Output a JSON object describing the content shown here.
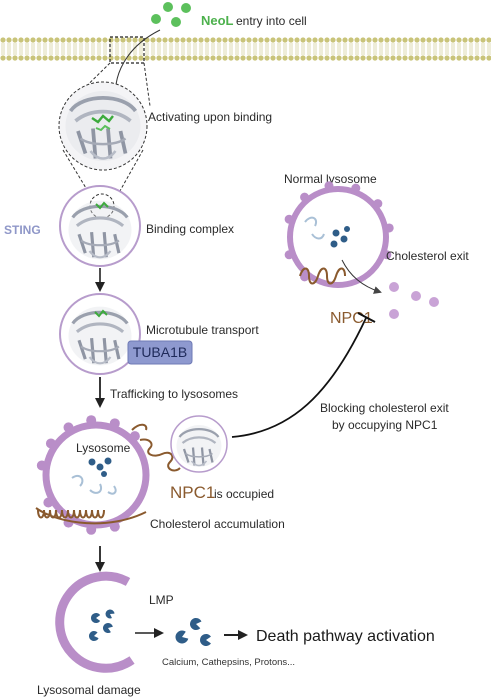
{
  "colors": {
    "membrane_head": "#c9c47a",
    "lysosome_purple": "#b98ec8",
    "lysosome_purple_dark": "#9a6cae",
    "npc1_brown": "#8a5a2e",
    "drug_green": "#5cc05c",
    "cholesterol_blue": "#2f5d88",
    "protein_gray": "#b8bcc6",
    "tuba_box": "#8e99cf",
    "sting_label": "#8f97c8"
  },
  "labels": {
    "neol": "NeoL",
    "entry": "entry into cell",
    "activating": "Activating upon binding",
    "sting": "STING",
    "binding_complex": "Binding complex",
    "microtubule": "Microtubule transport",
    "tuba1b": "TUBA1B",
    "trafficking": "Trafficking to lysosomes",
    "normal_lysosome": "Normal lysosome",
    "cholesterol_exit": "Cholesterol exit",
    "npc1_top": "NPC1",
    "blocking_line1": "Blocking cholesterol exit",
    "blocking_line2": "by occupying NPC1",
    "lysosome": "Lysosome",
    "npc1_bottom": "NPC1",
    "is_occupied": "is occupied",
    "accumulation": "Cholesterol accumulation",
    "lmp": "LMP",
    "death": "Death pathway activation",
    "contents": "Calcium, Cathepsins, Protons...",
    "damage": "Lysosomal damage"
  },
  "icons": [
    "green-dot-icon",
    "protein-icon",
    "cholesterol-icon",
    "npc1-icon",
    "pacman-icon",
    "arrow-icon"
  ]
}
